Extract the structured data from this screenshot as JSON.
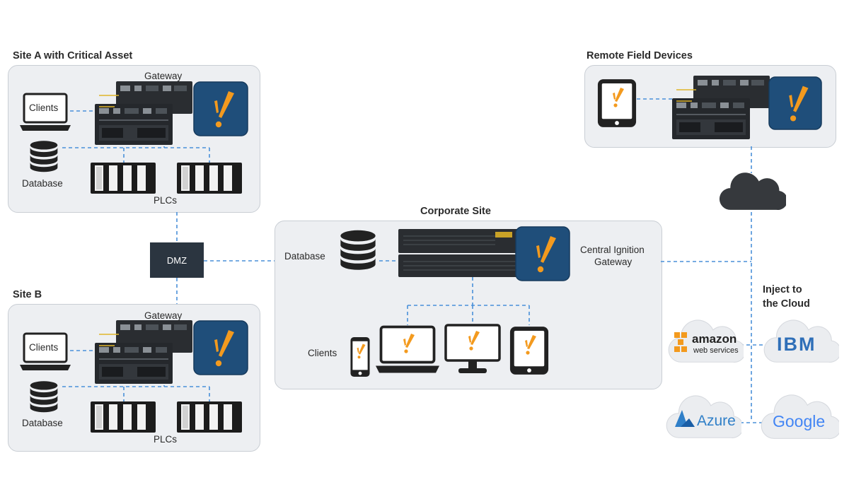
{
  "site_a": {
    "title": "Site A with Critical Asset",
    "gateway_label": "Gateway",
    "clients_label": "Clients",
    "database_label": "Database",
    "plcs_label": "PLCs"
  },
  "site_b": {
    "title": "Site B",
    "gateway_label": "Gateway",
    "clients_label": "Clients",
    "database_label": "Database",
    "plcs_label": "PLCs"
  },
  "dmz": {
    "label": "DMZ"
  },
  "corporate": {
    "title": "Corporate Site",
    "database_label": "Database",
    "gateway_label_line1": "Central Ignition",
    "gateway_label_line2": "Gateway",
    "clients_label": "Clients"
  },
  "remote": {
    "title": "Remote Field Devices"
  },
  "cloud": {
    "inject_line1": "Inject to",
    "inject_line2": "the Cloud",
    "providers": {
      "amazon_main": "amazon",
      "amazon_sub": "web services",
      "ibm": "IBM",
      "azure": "Azure",
      "google": "Google"
    }
  },
  "colors": {
    "panel_bg": "#edeff2",
    "ignition_tile": "#1f4e7a",
    "ignition_mark": "#f39a1e",
    "connector": "#4a90d9",
    "dark_device": "#2b3540",
    "dmz_bg": "#2b3540"
  }
}
